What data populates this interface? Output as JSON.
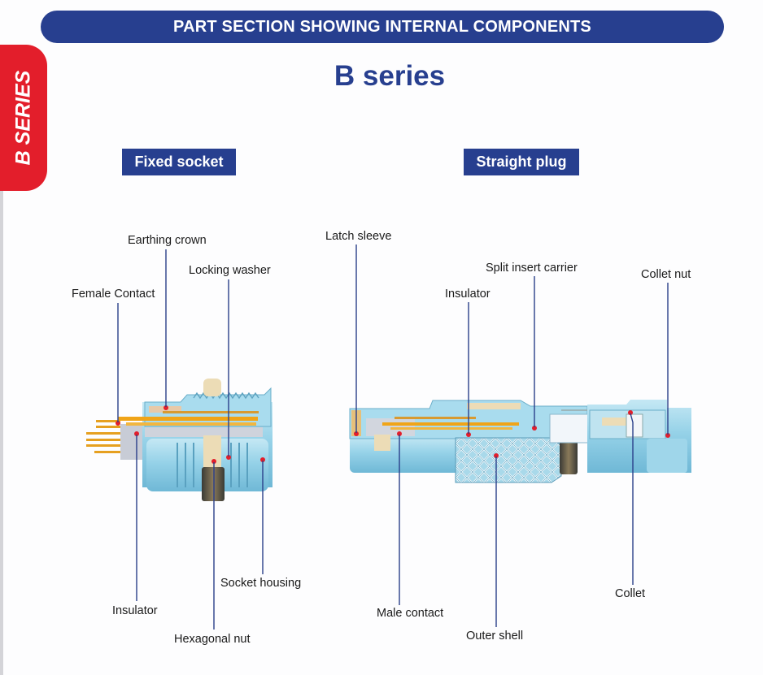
{
  "header": {
    "banner": "PART SECTION SHOWING INTERNAL COMPONENTS",
    "side_tab": "B SERIES"
  },
  "title": "B series",
  "fixed_socket": {
    "label": "Fixed socket",
    "callouts": {
      "earthing_crown": "Earthing crown",
      "locking_washer": "Locking washer",
      "female_contact": "Female Contact",
      "insulator": "Insulator",
      "hexagonal_nut": "Hexagonal nut",
      "socket_housing": "Socket housing"
    }
  },
  "straight_plug": {
    "label": "Straight plug",
    "callouts": {
      "latch_sleeve": "Latch sleeve",
      "split_insert_carrier": "Split insert carrier",
      "insulator": "Insulator",
      "collet_nut": "Collet nut",
      "male_contact": "Male contact",
      "outer_shell": "Outer shell",
      "collet": "Collet"
    }
  },
  "colors": {
    "brand_blue": "#273f8f",
    "accent_red": "#e31e2b",
    "body_blue": "#8ccde6",
    "contact_gold": "#f0a418",
    "leader_line": "#2a3f8a"
  }
}
